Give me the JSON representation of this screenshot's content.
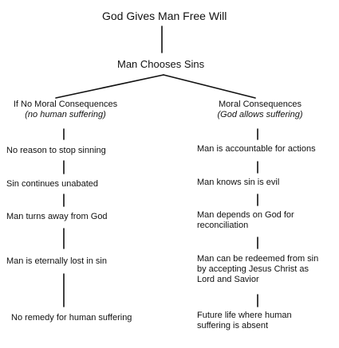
{
  "top": {
    "title": "God Gives Man Free Will",
    "subtitle": "Man Chooses Sins"
  },
  "left_branch": {
    "heading": "If No Moral Consequences",
    "note": "(no human suffering)",
    "steps": [
      "No reason to stop sinning",
      "Sin continues unabated",
      "Man turns away from God",
      "Man is eternally lost in sin",
      "No remedy for human suffering"
    ]
  },
  "right_branch": {
    "heading": "Moral Consequences",
    "note": "(God allows suffering)",
    "steps": [
      "Man is accountable for actions",
      "Man knows sin is evil",
      {
        "line1": "Man depends on God for",
        "line2": "reconciliation"
      },
      {
        "line1": "Man can be redeemed from sin",
        "line2": "by accepting Jesus Christ as",
        "line3": "Lord and Savior"
      },
      {
        "line1": "Future life where human",
        "line2": "suffering is absent"
      }
    ]
  }
}
